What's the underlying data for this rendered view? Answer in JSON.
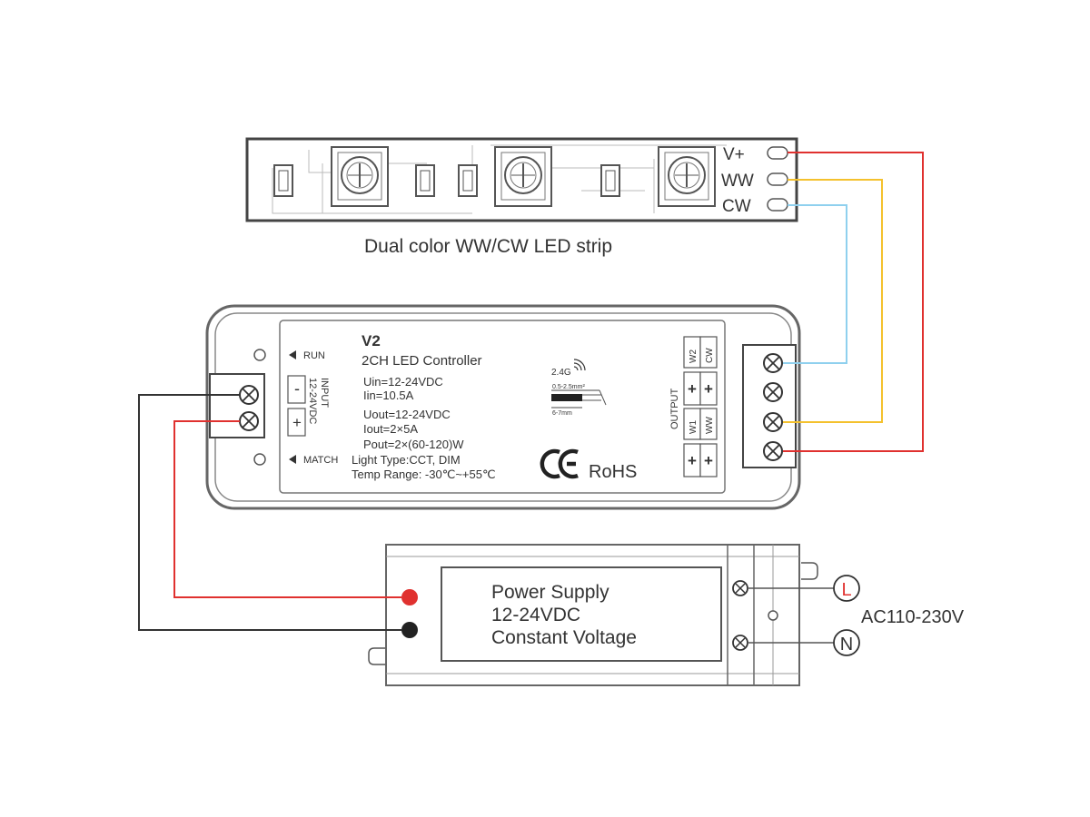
{
  "strip": {
    "caption": "Dual color WW/CW LED strip",
    "pins": [
      "V+",
      "WW",
      "CW"
    ]
  },
  "controller": {
    "model": "V2",
    "name": "2CH LED Controller",
    "specs": [
      "Uin=12-24VDC",
      "Iin=10.5A",
      "Uout=12-24VDC",
      "Iout=2×5A",
      "Pout=2×(60-120)W",
      "Light Type:CCT, DIM",
      "Temp Range: -30℃~+55℃"
    ],
    "run_label": "RUN",
    "match_label": "MATCH",
    "input_label": "INPUT",
    "input_voltage": "12-24VDC",
    "input_minus": "-",
    "input_plus": "+",
    "output_label": "OUTPUT",
    "output_channels": [
      "W2",
      "CW",
      "W1",
      "WW"
    ],
    "output_plus": "+",
    "rf_label": "2.4G",
    "wire_gauge": "0.5-2.5mm²",
    "strip_length": "6-7mm",
    "ce_mark": "CE",
    "rohs": "RoHS"
  },
  "power_supply": {
    "line1": "Power Supply",
    "line2": "12-24VDC",
    "line3": "Constant Voltage",
    "live_label": "L",
    "neutral_label": "N",
    "ac_label": "AC110-230V"
  },
  "colors": {
    "red_wire": "#e0312f",
    "yellow_wire": "#f4c12d",
    "blue_wire": "#8fd0ee",
    "outline": "#555555"
  }
}
